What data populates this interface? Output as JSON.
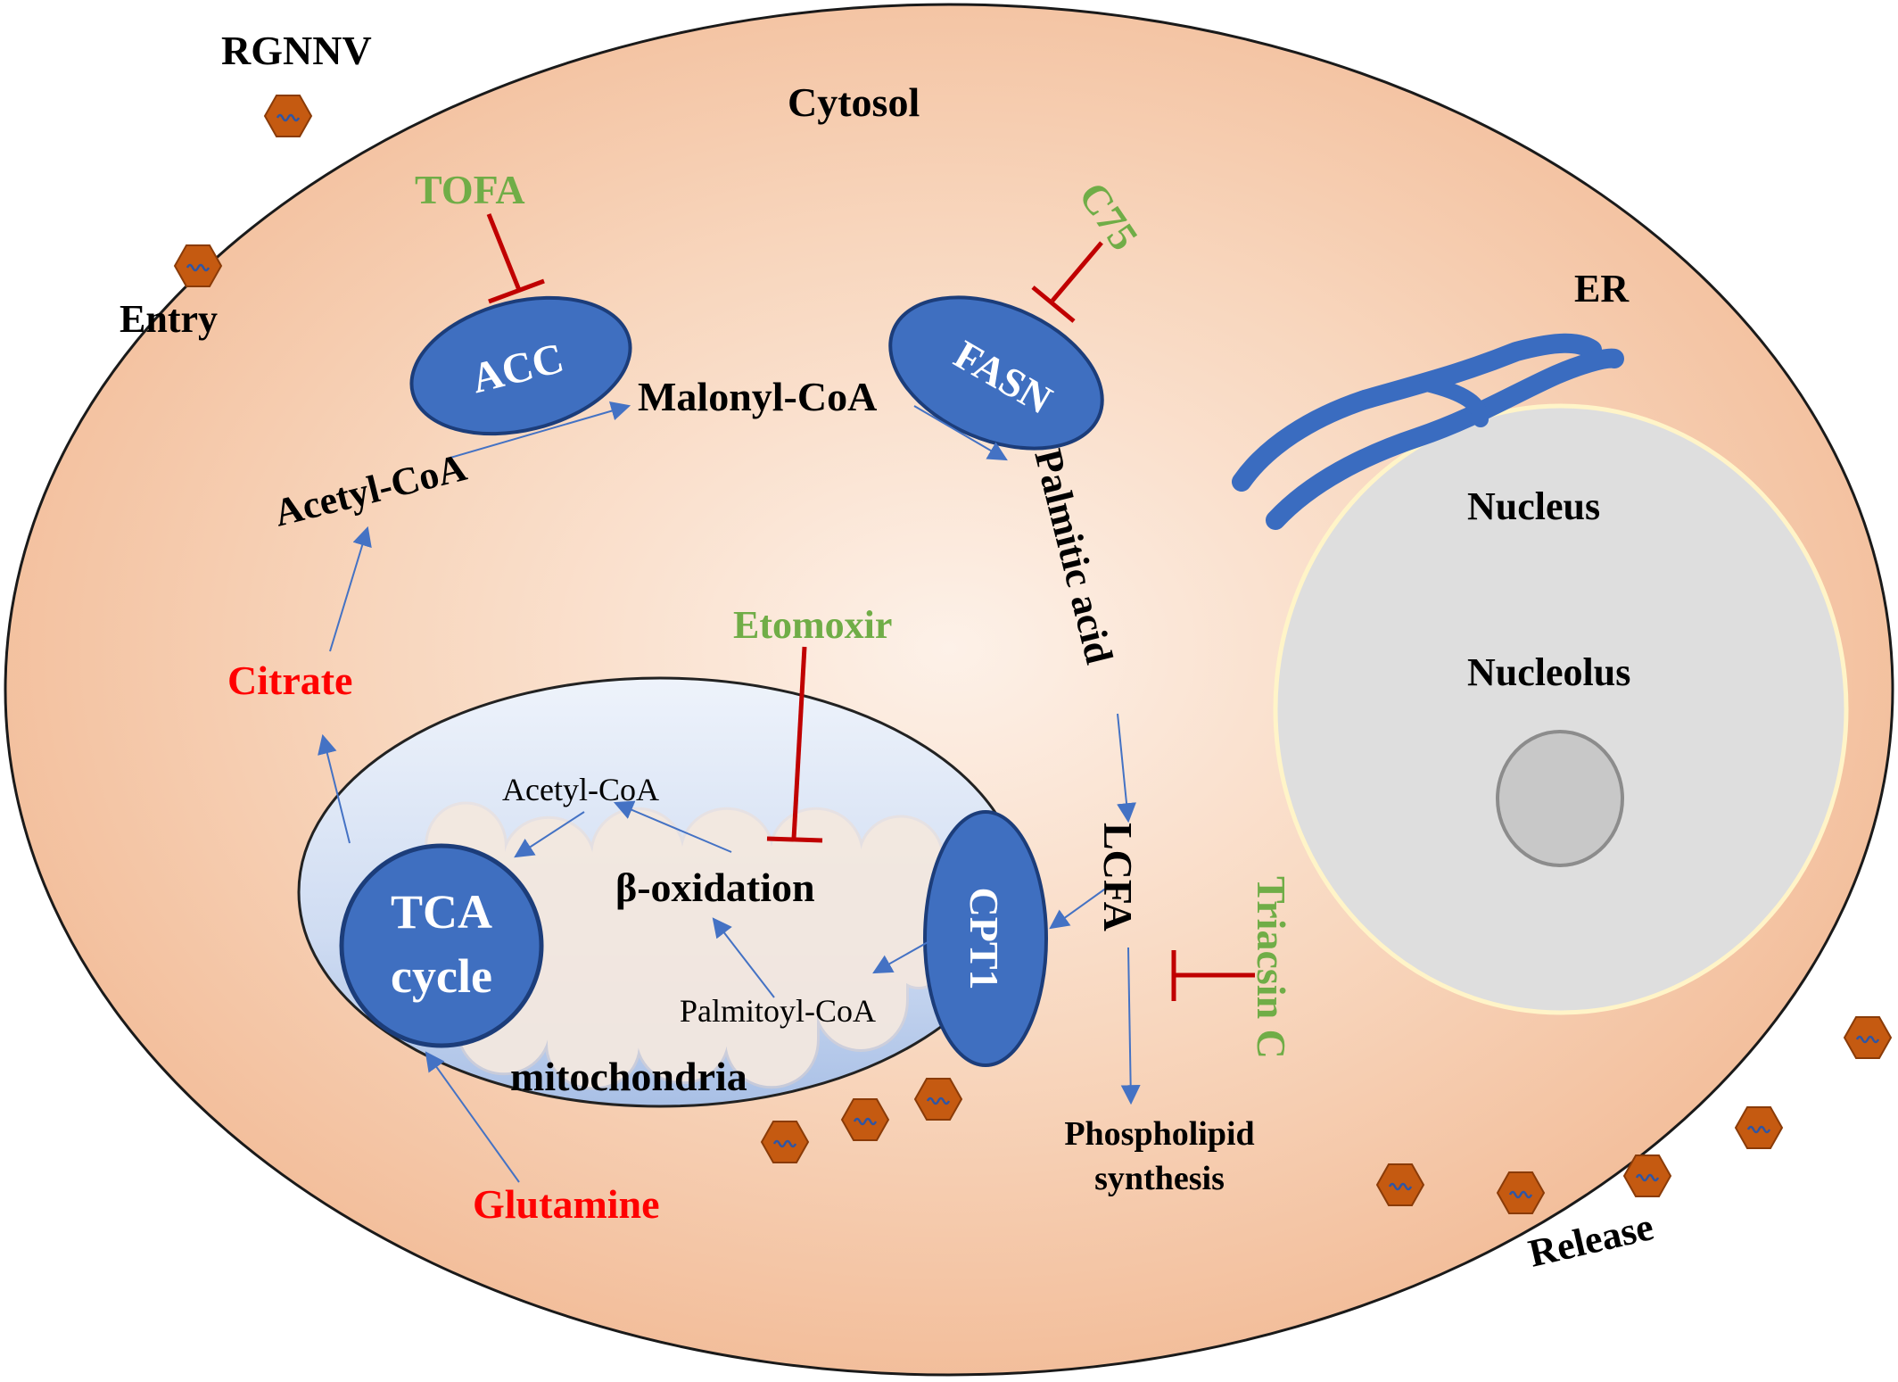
{
  "labels": {
    "virus": "RGNNV",
    "cytosol": "Cytosol",
    "entry": "Entry",
    "release": "Release",
    "er": "ER",
    "nucleus": "Nucleus",
    "nucleolus": "Nucleolus",
    "acc": "ACC",
    "fasn": "FASN",
    "cpt1": "CPT1",
    "tca_line1": "TCA",
    "tca_line2": "cycle",
    "mitochondria": "mitochondria",
    "acetyl_coa_cytosol": "Acetyl-CoA",
    "malonyl_coa": "Malonyl-CoA",
    "palmitic_acid": "Palmitic acid",
    "lcfa": "LCFA",
    "phospholipid_line1": "Phospholipid",
    "phospholipid_line2": "synthesis",
    "citrate": "Citrate",
    "glutamine": "Glutamine",
    "acetyl_coa_mito": "Acetyl-CoA",
    "beta_oxidation": "β-oxidation",
    "palmitoyl_coa": "Palmitoyl-CoA"
  },
  "inhibitors": {
    "tofa": "TOFA",
    "c75": "C75",
    "etomoxir": "Etomoxir",
    "triacsin_c": "Triacsin C"
  },
  "colors": {
    "cell_fill": "#f3c2a0",
    "cell_center": "#fdeee4",
    "cell_stroke": "#1a1a1a",
    "enzyme_fill": "#3f6fc0",
    "enzyme_stroke": "#27498a",
    "arrow": "#4472c4",
    "inhibitor": "#c00000",
    "inhibitor_text": "#70ad47",
    "metabolite_red": "#ff0000",
    "nucleus_fill": "#dcdcdc",
    "virus_fill": "#c55a11"
  }
}
